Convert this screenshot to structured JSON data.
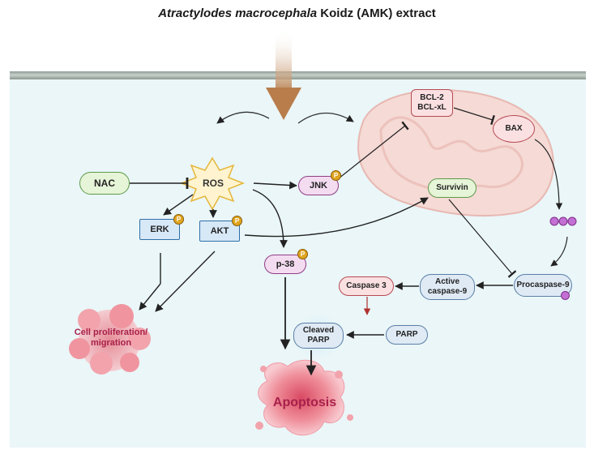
{
  "title": {
    "italic": "Atractylodes macrocephala",
    "rest": " Koidz (AMK) extract"
  },
  "nodes": {
    "nac": "NAC",
    "ros": "ROS",
    "jnk": "JNK",
    "erk": "ERK",
    "akt": "AKT",
    "p38": "p-38",
    "survivin": "Survivin",
    "bcl2_line1": "BCL-2",
    "bcl2_line2": "BCL-xL",
    "bax": "BAX",
    "procaspase9": "Procaspase-9",
    "active_caspase9_line1": "Active",
    "active_caspase9_line2": "caspase-9",
    "caspase3": "Caspase 3",
    "cleaved_parp_line1": "Cleaved",
    "cleaved_parp_line2": "PARP",
    "parp": "PARP",
    "phospho": "P"
  },
  "outcomes": {
    "proliferation_line1": "Cell proliferation/",
    "proliferation_line2": "migration",
    "apoptosis": "Apoptosis"
  },
  "colors": {
    "arrow_main": "#b87d4b",
    "cell_bg": "#eaf6f8",
    "mitochondria": "#f7d7d2",
    "outcome_text": "#a8204a"
  }
}
